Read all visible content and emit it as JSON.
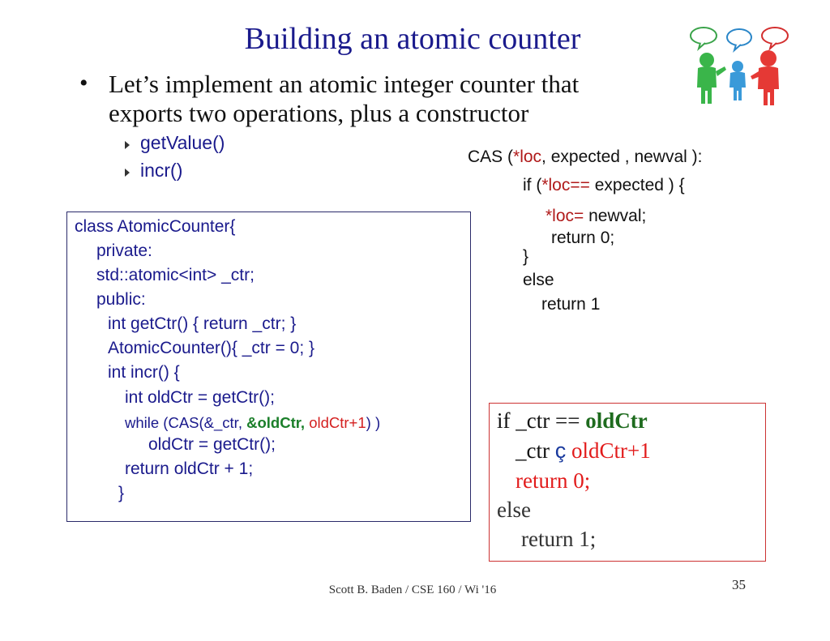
{
  "title": "Building an atomic counter",
  "bullet": {
    "line1": "Let’s implement an atomic integer counter that",
    "line2": "exports two operations, plus a constructor"
  },
  "sub_items": [
    "getValue()",
    "incr()"
  ],
  "code": {
    "l1": "class AtomicCounter{",
    "l2": "private:",
    "l3": "std::atomic<int> _ctr;",
    "l4": "public:",
    "l5": "int getCtr() { return _ctr; }",
    "l6": "AtomicCounter(){ _ctr = 0; }",
    "l7": "int incr() {",
    "l8": "int oldCtr = getCtr();",
    "l9_a": "while (CAS(&_ctr, ",
    "l9_b": "&oldCtr,",
    "l9_c": " oldCtr+1",
    "l9_d": ")  )",
    "l10": "oldCtr = getCtr();",
    "l11": "return oldCtr + 1;",
    "l12": "}"
  },
  "cas": {
    "h_a": "CAS (",
    "h_b": "*loc",
    "h_c": ",  expected ,  newval  ):",
    "if_a": "if (",
    "if_b": "*loc",
    "if_c": "==",
    "if_d": "  expected ) {",
    "assign_a": "*loc",
    "assign_b": "=",
    "assign_c": "  newval;",
    "ret0": "return 0;",
    "close": "}",
    "else": "else",
    "ret1": "return 1"
  },
  "right_box": {
    "l1_a": "if _ctr == ",
    "l1_b": "oldCtr",
    "l2_a": "_ctr ",
    "l2_sym": "ç",
    "l2_b": "  oldCtr+1",
    "l3": "return 0;",
    "l4": "else",
    "l5": "return 1;"
  },
  "footer": "Scott B. Baden / CSE 160 / Wi '16",
  "page_number": "35",
  "colors": {
    "title": "#1a1a8c",
    "code": "#1a1a8c",
    "highlight_green": "#1b7f2a",
    "highlight_red": "#d42020",
    "box_border_blue": "#2a2a6a",
    "box_border_red": "#cc3333"
  },
  "icons": [
    "people-talking-icon"
  ]
}
